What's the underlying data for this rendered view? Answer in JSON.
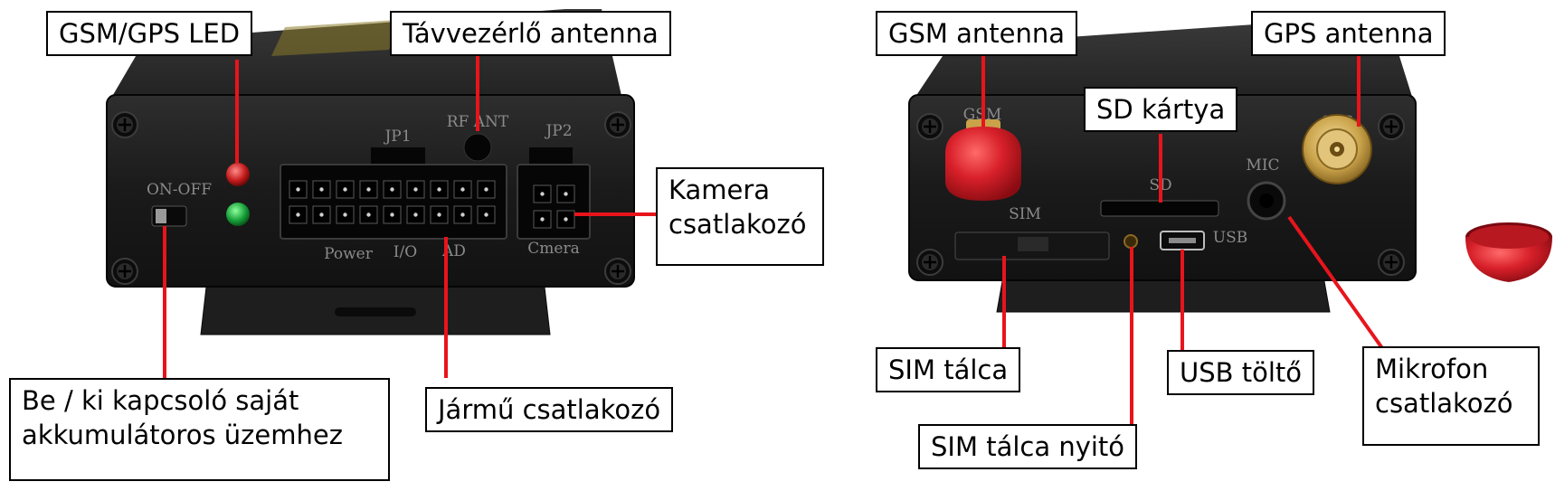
{
  "device_front": {
    "engravings": {
      "jp1": "JP1",
      "jp2": "JP2",
      "rf_ant": "RF ANT",
      "on_off": "ON-OFF",
      "power": "Power",
      "io": "I/O",
      "ad": "AD",
      "camera": "Cmera"
    }
  },
  "device_back": {
    "engravings": {
      "gsm": "GSM",
      "gps": "GPS",
      "sd": "SD",
      "mic": "MIC",
      "sim": "SIM",
      "usb": "USB"
    }
  },
  "callouts": {
    "gsm_gps_led": "GSM/GPS LED",
    "remote_antenna": "Távvezérlő antenna",
    "camera_connector_line1": "Kamera",
    "camera_connector_line2": "csatlakozó",
    "power_switch_line1": "Be / ki kapcsoló saját",
    "power_switch_line2": "akkumulátoros üzemhez",
    "vehicle_connector": "Jármű csatlakozó",
    "gsm_antenna": "GSM antenna",
    "gps_antenna": "GPS antenna",
    "sd_card": "SD kártya",
    "sim_tray": "SIM tálca",
    "usb_charger": "USB töltő",
    "microphone_line1": "Mikrofon",
    "microphone_line2": "csatlakozó",
    "sim_tray_opener": "SIM tálca nyitó"
  },
  "colors": {
    "leader_line": "#e8141c",
    "device_body": "#1c1c1c",
    "gold_label": "#c8a23a",
    "red_cap": "#d8202a",
    "gold_connector": "#c9a24a"
  }
}
